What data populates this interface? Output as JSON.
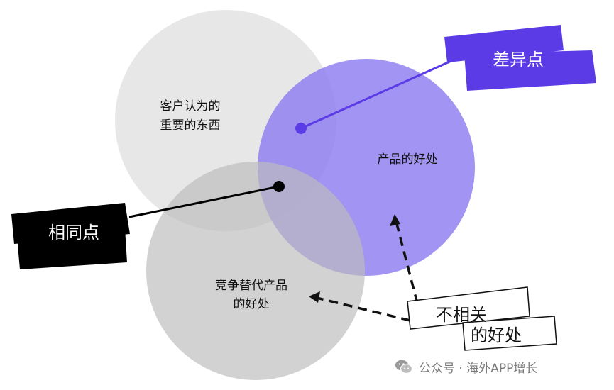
{
  "circles": {
    "customer_important": {
      "line1": "客户认为的",
      "line2": "重要的东西"
    },
    "product_benefits": {
      "label": "产品的好处"
    },
    "competitor_benefits": {
      "line1": "竞争替代产品",
      "line2": "的好处"
    }
  },
  "tags": {
    "differences": "差异点",
    "similarities": "相同点",
    "irrelevant_line1": "不相关",
    "irrelevant_line2": "的好处"
  },
  "watermark": {
    "text": "公众号 · 海外APP增长",
    "icon": "wechat-icon"
  },
  "colors": {
    "purple_accent": "#5B3BE6",
    "product_circle": "#9180F0",
    "light_gray": "#E3E3E3",
    "mid_gray": "#C9C9C9",
    "black": "#000000"
  }
}
